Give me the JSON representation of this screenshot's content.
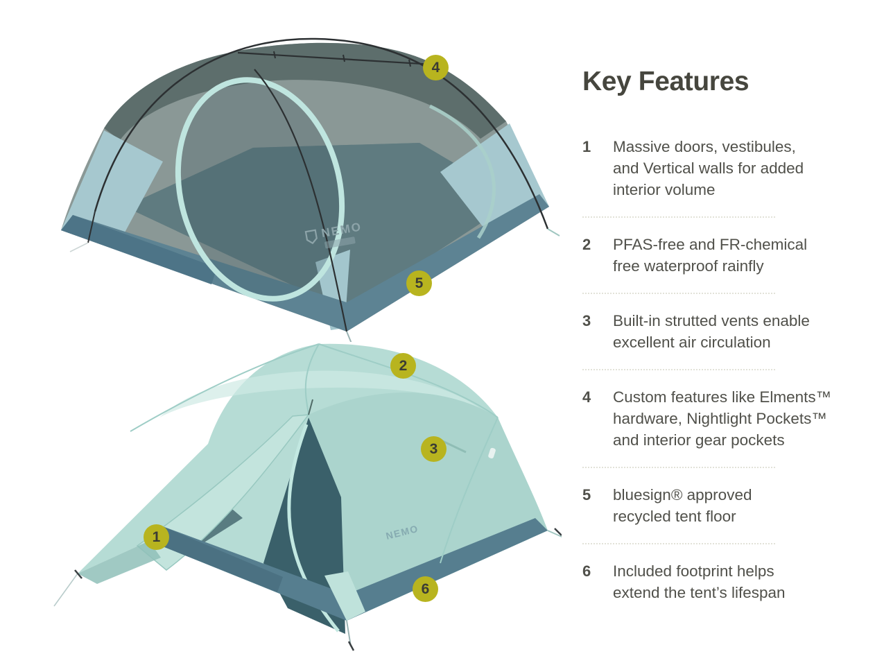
{
  "brand": {
    "logo_text": "NEMO"
  },
  "key_features": {
    "title": "Key Features",
    "items": [
      {
        "num": "1",
        "lines": [
          "Massive doors, vestibules,",
          "and Vertical walls for added",
          "interior volume"
        ]
      },
      {
        "num": "2",
        "lines": [
          "PFAS-free and FR-chemical",
          "free waterproof rainfly"
        ]
      },
      {
        "num": "3",
        "lines": [
          "Built-in strutted vents enable",
          "excellent air circulation"
        ]
      },
      {
        "num": "4",
        "lines": [
          "Custom features like Elments™",
          "hardware, Nightlight Pockets™",
          "and interior gear pockets"
        ]
      },
      {
        "num": "5",
        "lines": [
          "bluesign® approved",
          "recycled tent floor"
        ]
      },
      {
        "num": "6",
        "lines": [
          "Included footprint helps",
          "extend the tent’s lifespan"
        ]
      }
    ]
  },
  "callouts": {
    "badges": [
      {
        "label": "1"
      },
      {
        "label": "2"
      },
      {
        "label": "3"
      },
      {
        "label": "4"
      },
      {
        "label": "5"
      },
      {
        "label": "6"
      }
    ]
  },
  "colors": {
    "badge_fill": "#b8b41f",
    "badge_number": "#3b3c34",
    "heading": "#46463e",
    "body_text": "#50504a",
    "separator": "#e2e2d8",
    "fly_mint": "#b6dcd5",
    "floor_blue": "#567e8f",
    "mesh_dark": "#5d6e6c",
    "interior_teal": "#3f646e",
    "door_trim": "#bfe5df"
  }
}
